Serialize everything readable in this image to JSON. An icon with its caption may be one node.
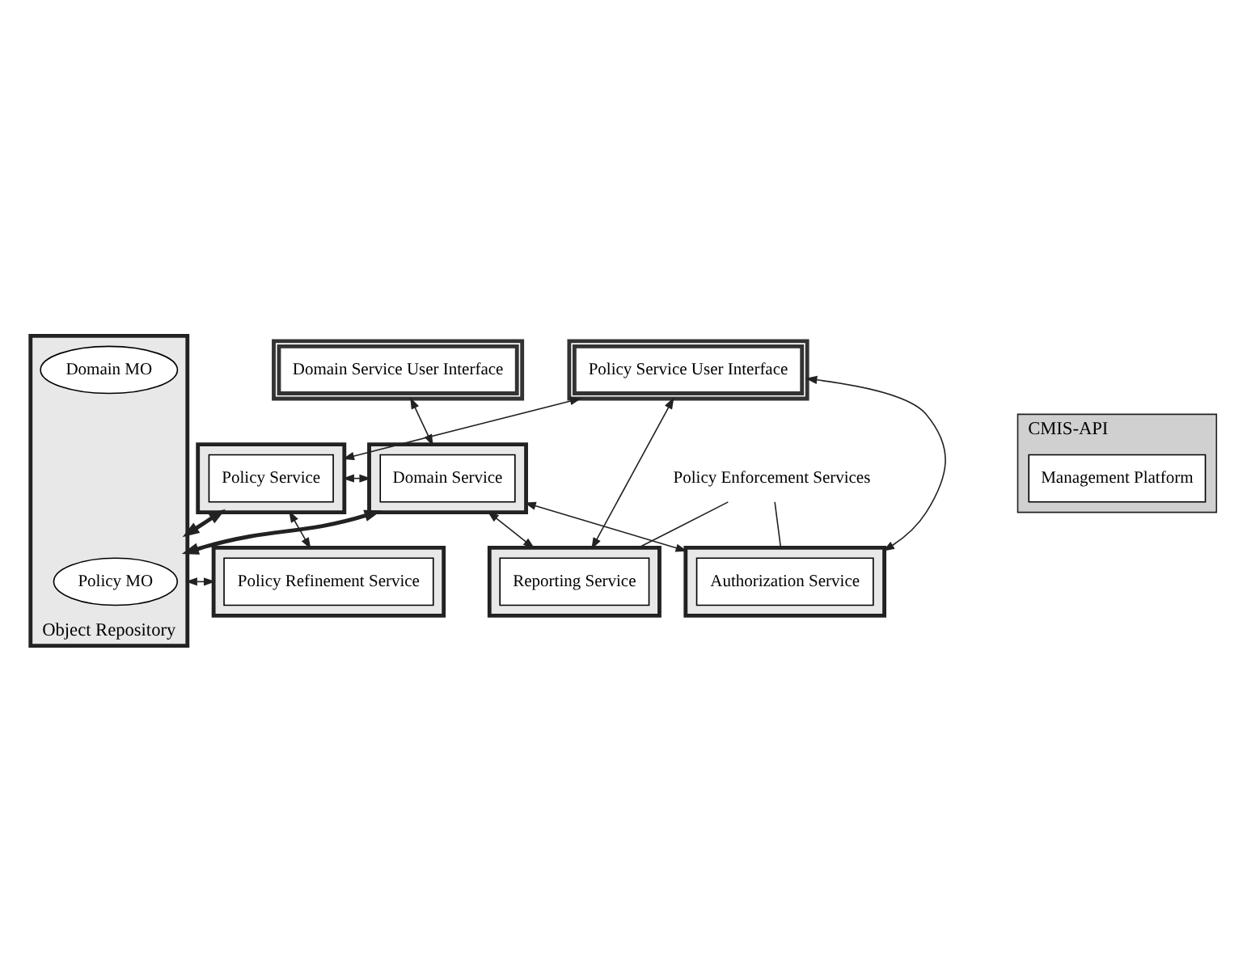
{
  "diagram": {
    "nodes": [
      {
        "text": [
          "Policy Service User Interface"
        ]
      },
      {
        "text": [
          "Domain Service User Interface"
        ]
      },
      {
        "text": [
          "CMIS-API"
        ]
      },
      {
        "text": [
          "Management Platform"
        ],
        "in": 2
      },
      {
        "text": [],
        "shape": "box"
      },
      {
        "text": [
          "Policy Service"
        ],
        "in": 4
      },
      {
        "text": [
          "Object Repository"
        ]
      },
      {
        "text": [
          "Policy MO"
        ],
        "in": 6
      },
      {
        "text": [
          "Domain MO"
        ],
        "in": 6
      },
      {
        "text": [],
        "shape": "box"
      },
      {
        "text": [
          "Domain Service"
        ],
        "in": 9
      },
      {
        "text": [],
        "shape": "box"
      },
      {
        "text": [
          "Policy Refinement Service"
        ],
        "in": 11
      },
      {
        "text": [],
        "shape": "box"
      },
      {
        "text": [
          "Reporting Service"
        ],
        "in": 13
      },
      {
        "text": [],
        "shape": "box"
      },
      {
        "text": [
          "Authorization Service"
        ],
        "in": 15
      },
      {
        "text": [
          "Policy Enforcement Services"
        ]
      }
    ],
    "edges": [
      {
        "from": 0,
        "to": 4,
        "arrow": "both"
      },
      {
        "from": 1,
        "to": 9,
        "arrow": "both"
      },
      {
        "from": 4,
        "to": 9,
        "arrow": "both"
      },
      {
        "from": 4,
        "to": 11,
        "arrow": "both"
      },
      {
        "from": 4,
        "to": 6,
        "arrow": "both",
        "style": "thick"
      },
      {
        "from": 9,
        "to": 6,
        "arrow": "both",
        "style": "thick"
      },
      {
        "from": 6,
        "to": 11,
        "arrow": "both"
      },
      {
        "from": 0,
        "to": 13,
        "arrow": "both"
      },
      {
        "from": 0,
        "to": 15,
        "arrow": "both"
      },
      {
        "from": 9,
        "to": 13,
        "arrow": "both"
      },
      {
        "from": 9,
        "to": 15,
        "arrow": "both"
      },
      {
        "from": 17,
        "to": 13,
        "arrow": "none"
      },
      {
        "from": 17,
        "to": 15,
        "arrow": "none"
      }
    ]
  }
}
